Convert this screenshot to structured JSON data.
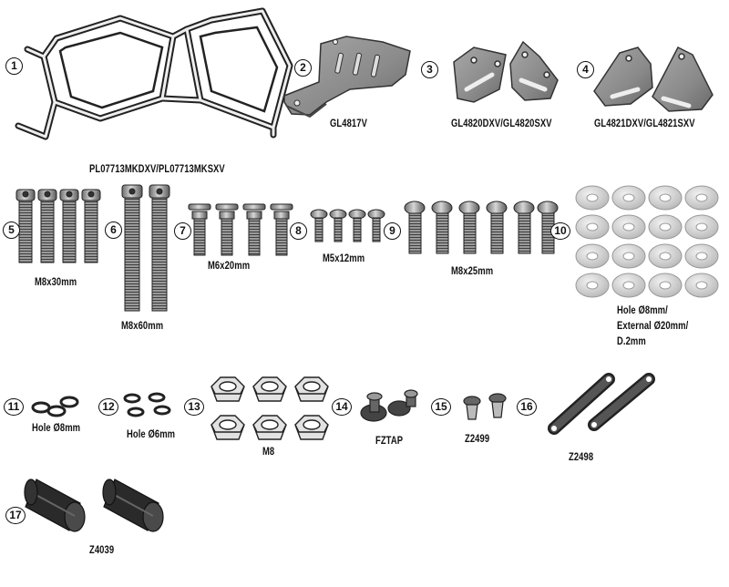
{
  "items": [
    {
      "number": "1",
      "code": "PL07713MKDXV/PL07713MKSXV",
      "icon": "side-frame-pair"
    },
    {
      "number": "2",
      "code": "GL4817V",
      "icon": "mounting-plate"
    },
    {
      "number": "3",
      "code": "GL4820DXV/GL4820SXV",
      "icon": "bracket-pair"
    },
    {
      "number": "4",
      "code": "GL4821DXV/GL4821SXV",
      "icon": "bracket-pair"
    },
    {
      "number": "5",
      "code": "M8x30mm",
      "icon": "bolt"
    },
    {
      "number": "6",
      "code": "M8x60mm",
      "icon": "long-bolt"
    },
    {
      "number": "7",
      "code": "M6x20mm",
      "icon": "flange-bolt"
    },
    {
      "number": "8",
      "code": "M5x12mm",
      "icon": "small-screw"
    },
    {
      "number": "9",
      "code": "M8x25mm",
      "icon": "bolt"
    },
    {
      "number": "10",
      "code_lines": [
        "Hole Ø8mm/",
        "External Ø20mm/",
        "D.2mm"
      ],
      "icon": "flat-washer"
    },
    {
      "number": "11",
      "code": "Hole Ø8mm",
      "icon": "split-washer"
    },
    {
      "number": "12",
      "code": "Hole Ø6mm",
      "icon": "split-washer"
    },
    {
      "number": "13",
      "code": "M8",
      "icon": "nut"
    },
    {
      "number": "14",
      "code": "FZTAP",
      "icon": "plug"
    },
    {
      "number": "15",
      "code": "Z2499",
      "icon": "push-rivet"
    },
    {
      "number": "16",
      "code": "Z2498",
      "icon": "link-plate"
    },
    {
      "number": "17",
      "code": "Z4039",
      "icon": "rubber-cap"
    }
  ]
}
